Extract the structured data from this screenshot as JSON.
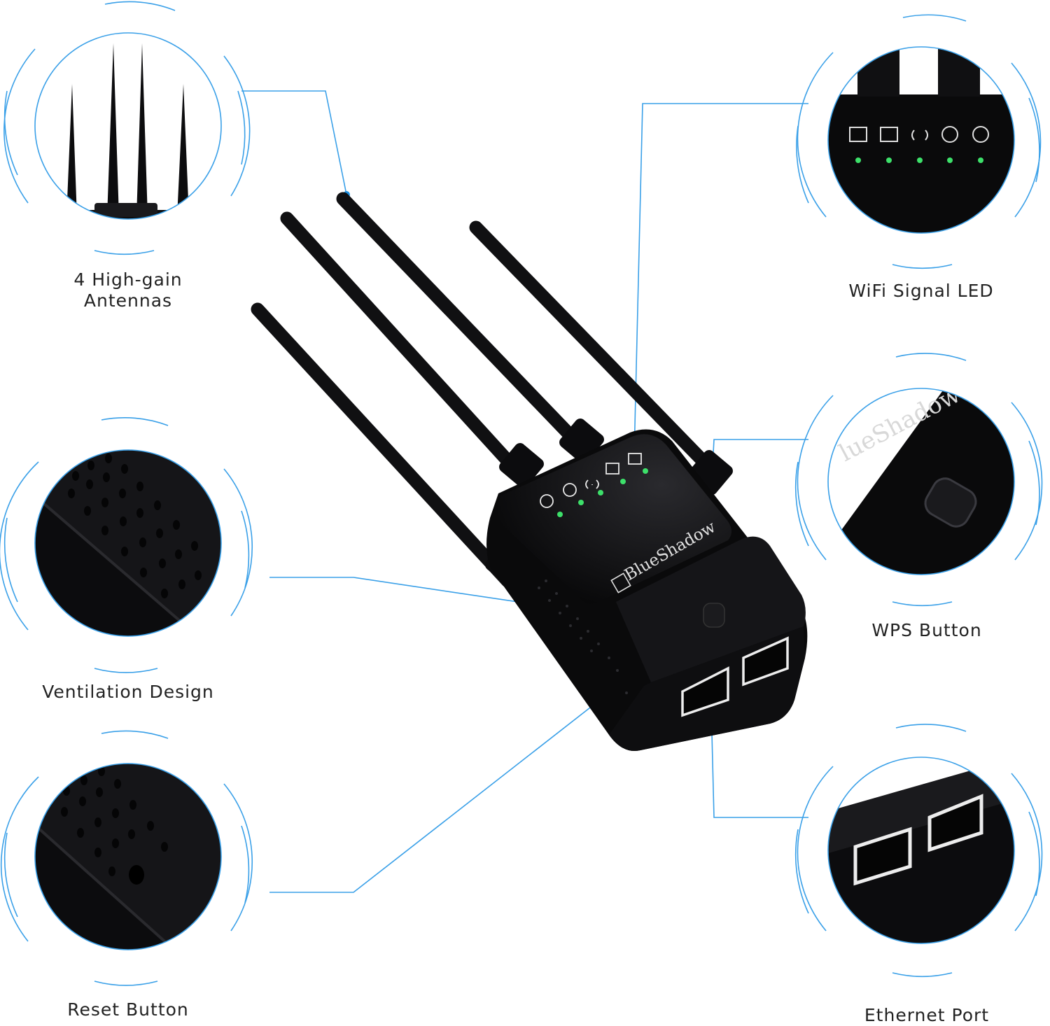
{
  "brand": "BlueShadow",
  "colors": {
    "accent": "#1e90e0",
    "ring": "#3aa0e8",
    "device": "#0b0b0c",
    "led": "#3de06a",
    "label": "#222222"
  },
  "callouts": {
    "antennas": {
      "line1": "4 High-gain",
      "line2": "Antennas"
    },
    "wifi_led": {
      "line1": "WiFi Signal LED"
    },
    "ventilation": {
      "line1": "Ventilation Design"
    },
    "wps": {
      "line1": "WPS Button"
    },
    "reset": {
      "line1": "Reset Button"
    },
    "ethernet": {
      "line1": "Ethernet Port"
    }
  },
  "icons": [
    "ethernet-icon",
    "ethernet-icon",
    "wifi-signal-icon",
    "globe-icon",
    "power-icon"
  ]
}
